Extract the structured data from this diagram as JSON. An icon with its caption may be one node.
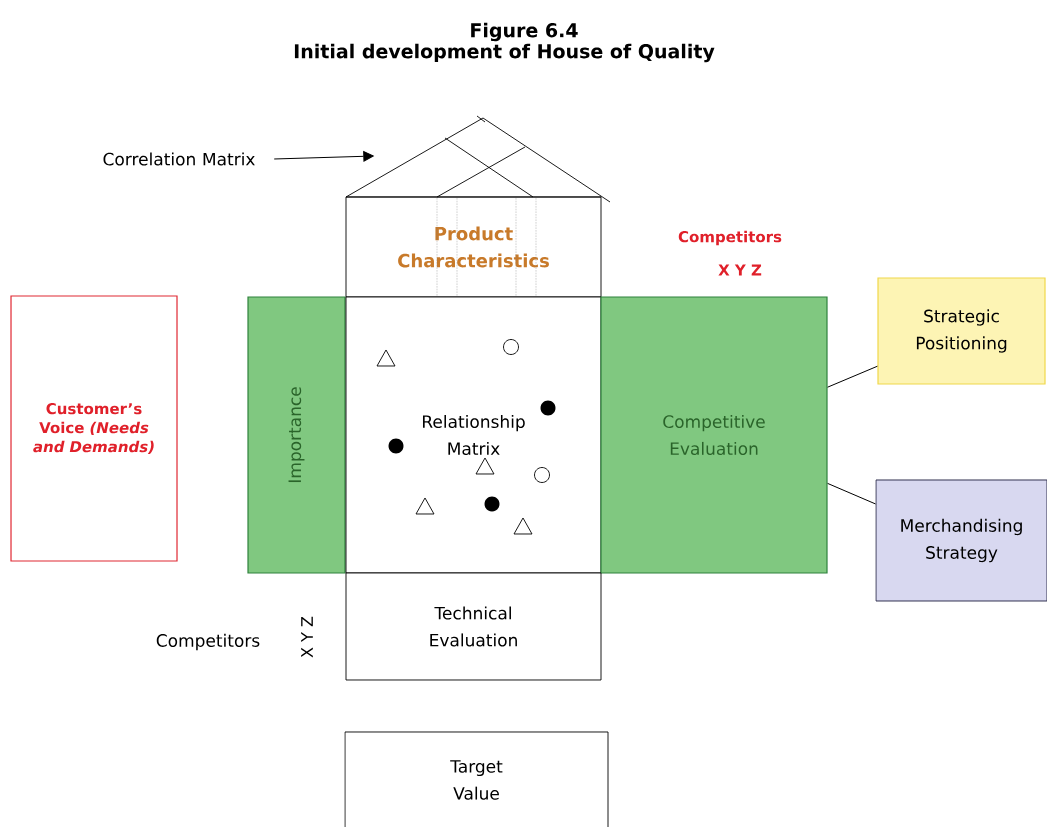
{
  "diagram": {
    "title": "Figure 6.4",
    "caption": "Initial development of House of Quality",
    "nodes": [
      {
        "text": [
          "Product Characteristics"
        ]
      },
      {
        "text": [
          "Customer’s Voice *(Needs and Demands)*"
        ]
      },
      {
        "text": [
          "Importance"
        ]
      },
      {
        "text": [
          "Relationship Matrix"
        ]
      },
      {
        "text": [
          "Competitive Evaluation"
        ]
      },
      {
        "text": [
          "Strategic Positioning"
        ]
      },
      {
        "text": [
          "Merchandising Strategy"
        ]
      },
      {
        "text": [
          "Technical Evaluation"
        ]
      },
      {
        "text": [
          "Target Value"
        ]
      },
      {
        "text": [
          "Correlation Matrix"
        ]
      },
      {
        "text": [],
        "shape": "triangle"
      }
    ],
    "edges": [
      {
        "from": 9,
        "to": 10,
        "arrow": "to"
      },
      {
        "from": 4,
        "to": 5,
        "arrow": "none"
      },
      {
        "from": 4,
        "to": 6,
        "arrow": "none"
      }
    ],
    "labels": [
      "Competitors",
      "X Y Z",
      "Competitors",
      "X Y Z"
    ]
  }
}
